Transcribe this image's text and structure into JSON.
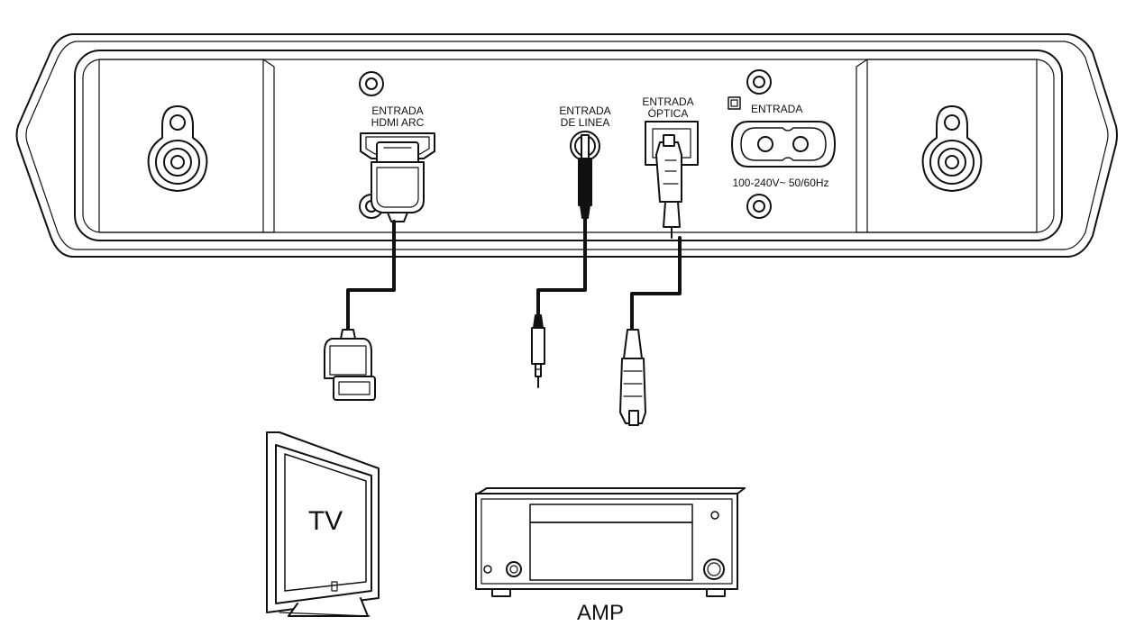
{
  "labels": {
    "hdmi_line1": "ENTRADA",
    "hdmi_line2": "HDMI ARC",
    "line_in_line1": "ENTRADA",
    "line_in_line2": "DE LINEA",
    "optical_line1": "ENTRADA",
    "optical_line2": "ÓPTICA",
    "power_label": "ENTRADA",
    "power_rating": "100-240V~ 50/60Hz",
    "tv": "TV",
    "amp": "AMP"
  },
  "colors": {
    "line": "#111111",
    "background": "#ffffff"
  }
}
